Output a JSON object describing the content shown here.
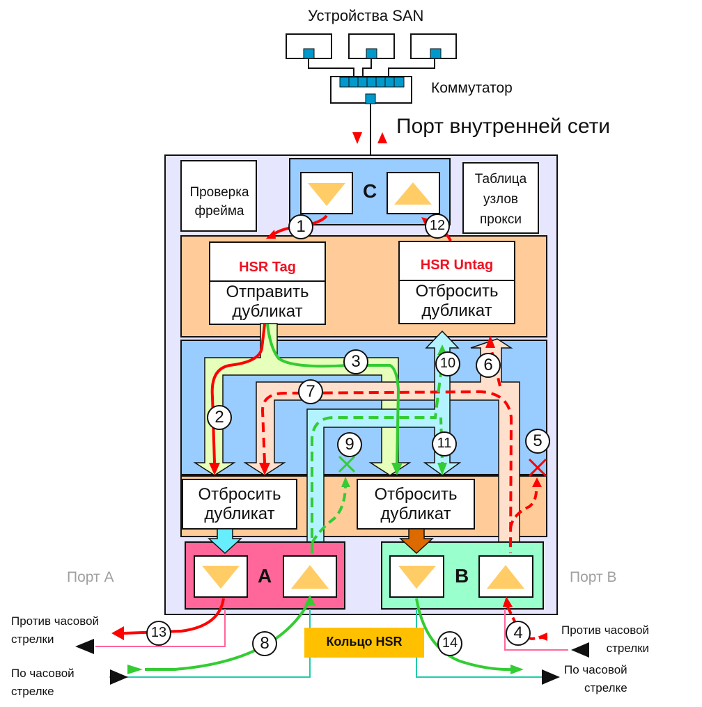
{
  "san": {
    "title": "Устройства SAN",
    "switch_label": "Коммутатор",
    "interlink_label": "Порт внутренней сети"
  },
  "node": {
    "frame_check": [
      "Проверка",
      "фрейма"
    ],
    "proxy_table": [
      "Таблица",
      "узлов",
      "прокси"
    ],
    "port_c": "C",
    "port_a": "A",
    "port_b": "B",
    "hsr_tag": "HSR Tag",
    "hsr_untag": "HSR Untag",
    "send_dup": [
      "Отправить",
      "дубликат"
    ],
    "discard_dup": [
      "Отбросить",
      "дубликат"
    ]
  },
  "ports": {
    "port_a_label": "Порт A",
    "port_b_label": "Порт B"
  },
  "ring": {
    "label": "Кольцо HSR",
    "ccw": [
      "Против часовой",
      "стрелки"
    ],
    "cw": [
      "По часовой",
      "стрелке"
    ]
  },
  "steps": [
    "1",
    "2",
    "3",
    "4",
    "5",
    "6",
    "7",
    "8",
    "9",
    "10",
    "11",
    "12",
    "13",
    "14"
  ],
  "colors": {
    "node_bg": "#e6e6ff",
    "port_c_bg": "#99ccff",
    "layer_orange": "#ffcc99",
    "layer_blue": "#99ccff",
    "port_a_bg": "#ff6699",
    "port_b_bg": "#99ffcc",
    "triangle": "#ffcc66",
    "red": "#ff0000",
    "green": "#33cc33",
    "ring_label_bg": "#ffc000"
  }
}
